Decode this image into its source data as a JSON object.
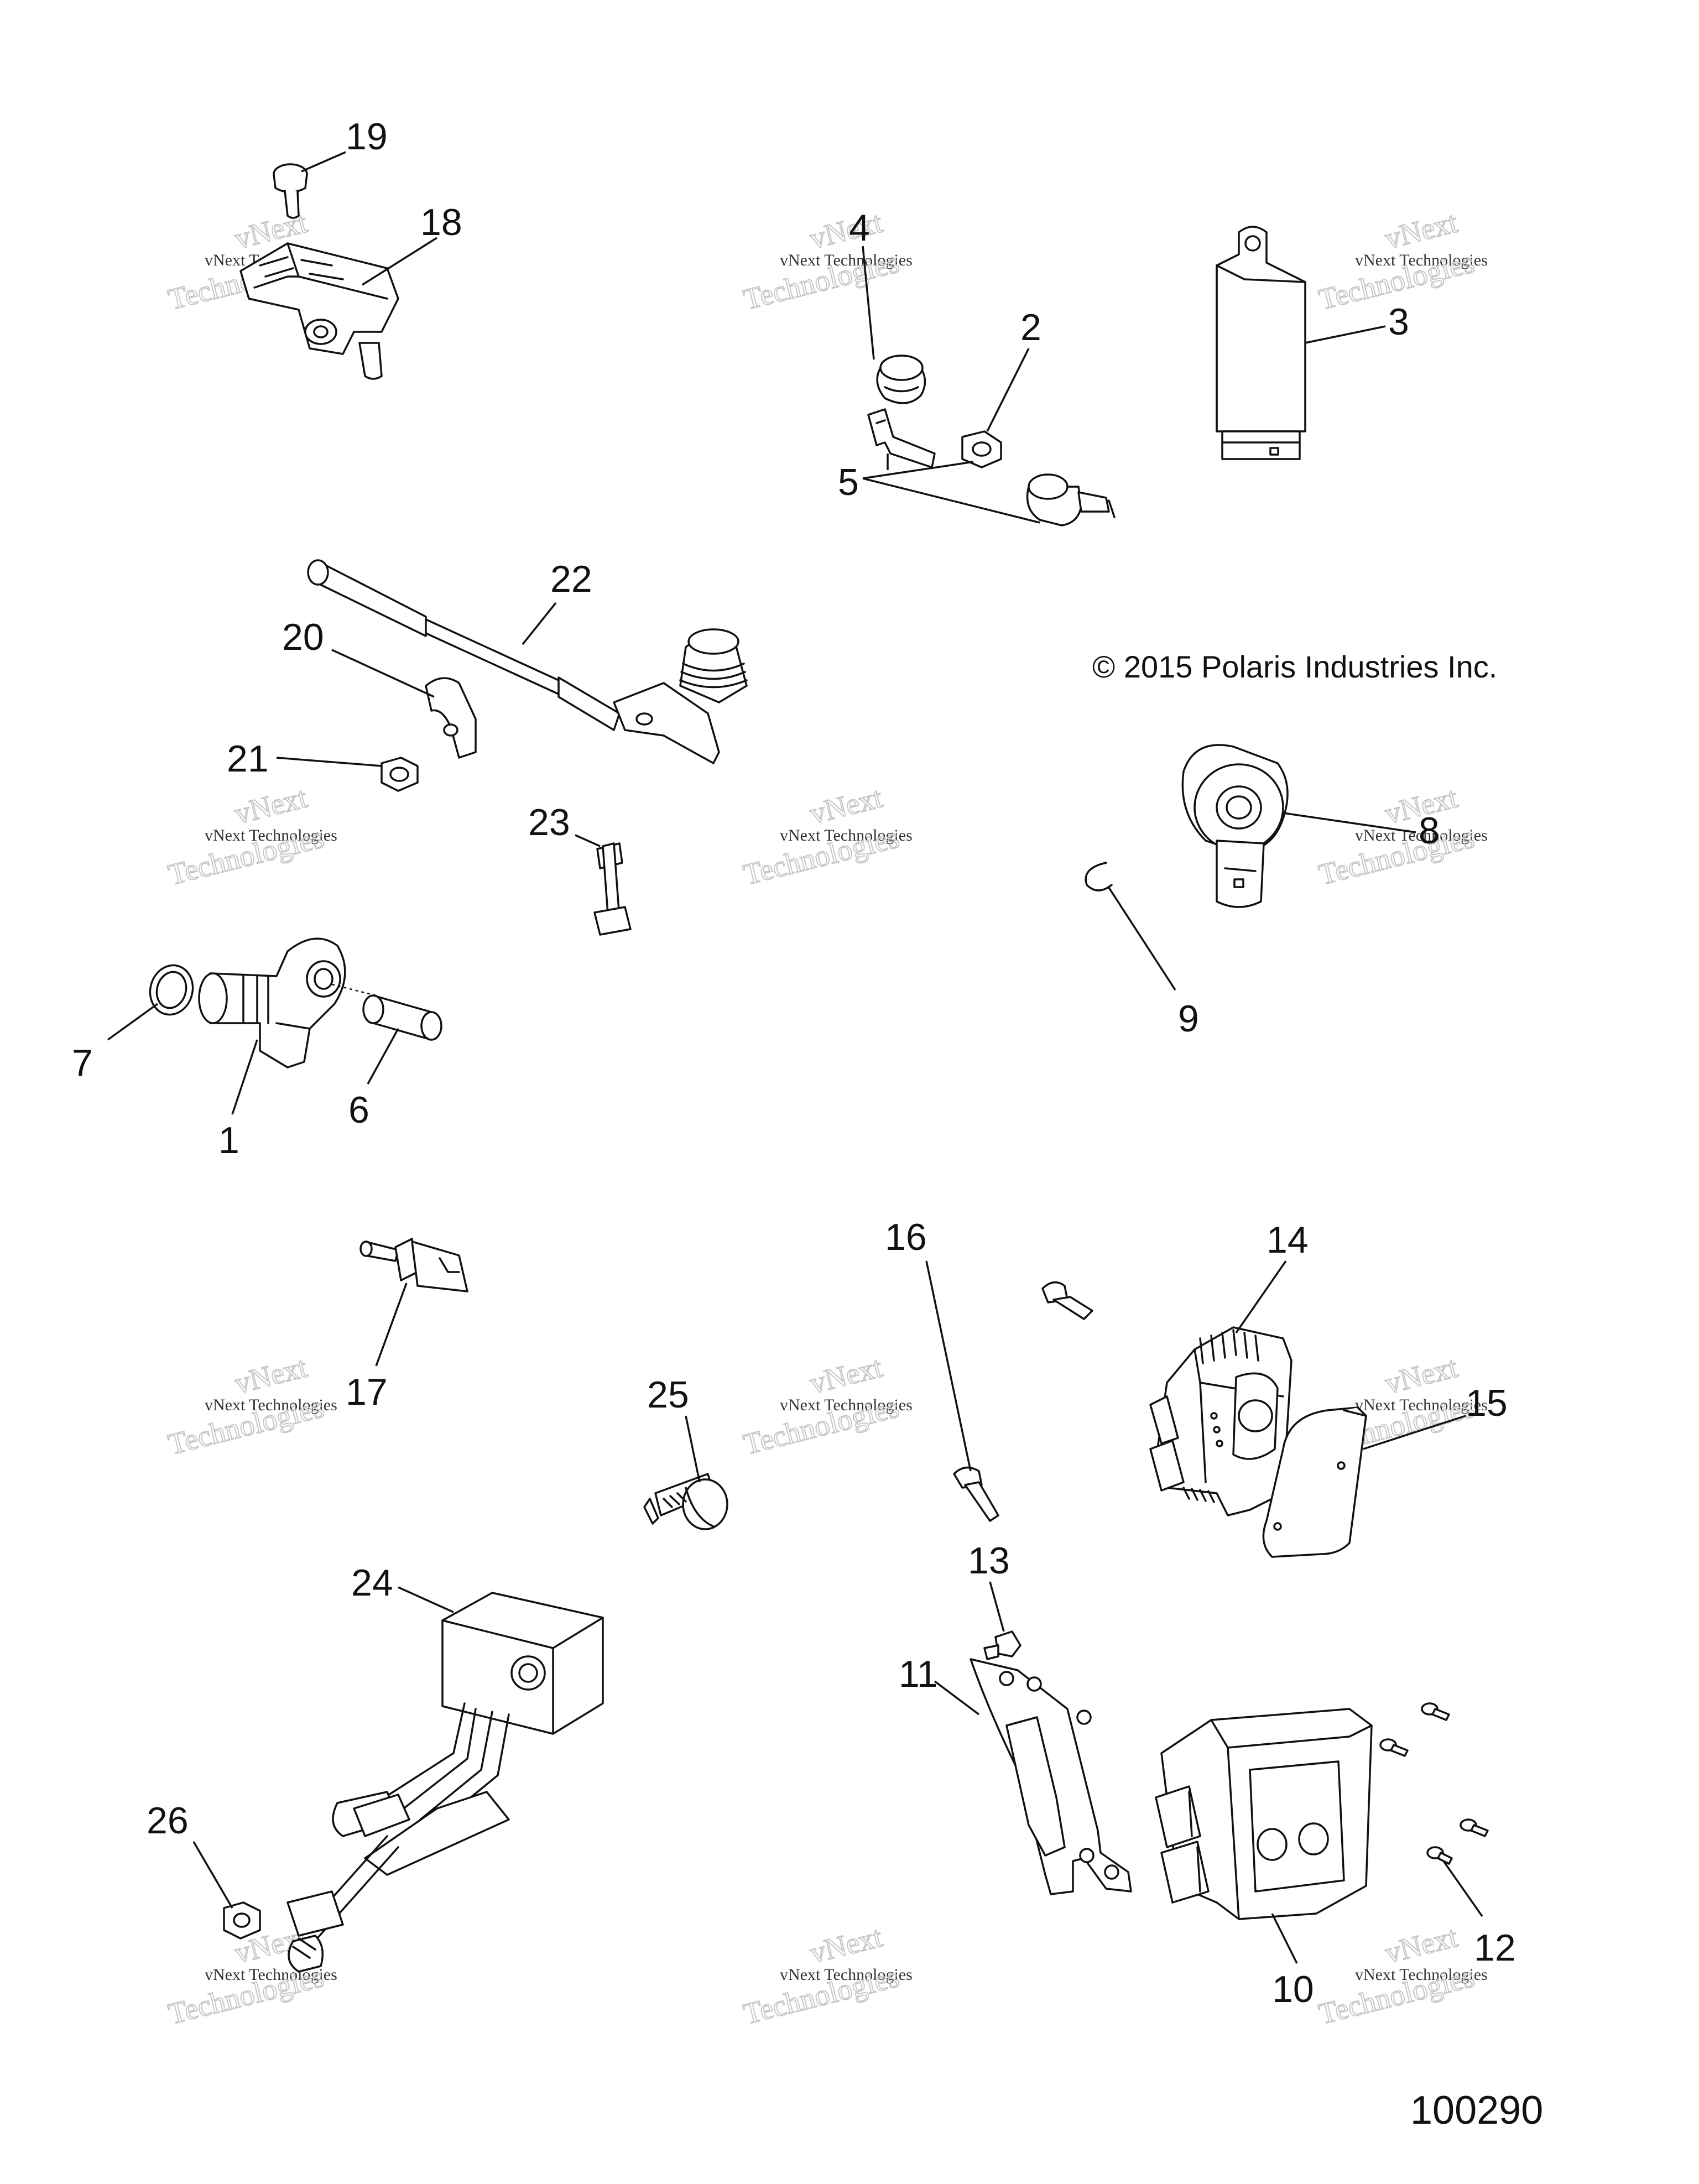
{
  "copyright": "© 2015 Polaris Industries Inc.",
  "document_number": "100290",
  "watermark": {
    "line1": "vNext",
    "line2": "vNext Technologies",
    "line3": "Technologies"
  },
  "callouts": {
    "c1": "1",
    "c2": "2",
    "c3": "3",
    "c4": "4",
    "c5": "5",
    "c6": "6",
    "c7": "7",
    "c8": "8",
    "c9": "9",
    "c10": "10",
    "c11": "11",
    "c12": "12",
    "c13": "13",
    "c14": "14",
    "c15": "15",
    "c16": "16",
    "c17": "17",
    "c18": "18",
    "c19": "19",
    "c20": "20",
    "c21": "21",
    "c22": "22",
    "c23": "23",
    "c24": "24",
    "c25": "25",
    "c26": "26"
  }
}
